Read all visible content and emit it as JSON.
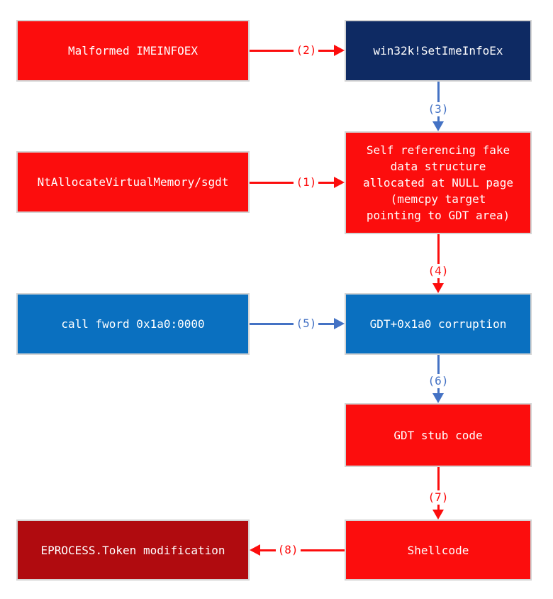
{
  "diagram": {
    "colors": {
      "box_red": "#fc0d0d",
      "box_navy": "#0e2a63",
      "box_blue": "#0a70c0",
      "box_dark_red": "#b00b0f",
      "arrow_red": "#fc0d0d",
      "arrow_blue": "#4472c4",
      "box_border": "#d4d4d4",
      "text": "#ffffff",
      "background": "#ffffff"
    },
    "nodes": [
      {
        "id": "malformed-imeinfoex",
        "label": "Malformed IMEINFOEX",
        "color": "red"
      },
      {
        "id": "win32k-setimeinfoex",
        "label": "win32k!SetImeInfoEx",
        "color": "navy"
      },
      {
        "id": "ntallocatevirtualmemory-sgdt",
        "label": "NtAllocateVirtualMemory/sgdt",
        "color": "red"
      },
      {
        "id": "fake-data-structure",
        "label": "Self referencing fake\ndata structure\nallocated at NULL page\n(memcpy target\npointing to GDT area)",
        "color": "red"
      },
      {
        "id": "call-fword",
        "label": "call fword 0x1a0:0000",
        "color": "blue"
      },
      {
        "id": "gdt-corruption",
        "label": "GDT+0x1a0 corruption",
        "color": "blue"
      },
      {
        "id": "gdt-stub-code",
        "label": "GDT stub code",
        "color": "red"
      },
      {
        "id": "shellcode",
        "label": "Shellcode",
        "color": "red"
      },
      {
        "id": "eprocess-token-modification",
        "label": "EPROCESS.Token modification",
        "color": "darkred"
      }
    ],
    "arrows": [
      {
        "id": "1",
        "label": "(1)",
        "color": "red",
        "direction": "right",
        "from": "ntallocatevirtualmemory-sgdt",
        "to": "fake-data-structure"
      },
      {
        "id": "2",
        "label": "(2)",
        "color": "red",
        "direction": "right",
        "from": "malformed-imeinfoex",
        "to": "win32k-setimeinfoex"
      },
      {
        "id": "3",
        "label": "(3)",
        "color": "blue",
        "direction": "down",
        "from": "win32k-setimeinfoex",
        "to": "fake-data-structure"
      },
      {
        "id": "4",
        "label": "(4)",
        "color": "red",
        "direction": "down",
        "from": "fake-data-structure",
        "to": "gdt-corruption"
      },
      {
        "id": "5",
        "label": "(5)",
        "color": "blue",
        "direction": "right",
        "from": "call-fword",
        "to": "gdt-corruption"
      },
      {
        "id": "6",
        "label": "(6)",
        "color": "blue",
        "direction": "down",
        "from": "gdt-corruption",
        "to": "gdt-stub-code"
      },
      {
        "id": "7",
        "label": "(7)",
        "color": "red",
        "direction": "down",
        "from": "gdt-stub-code",
        "to": "shellcode"
      },
      {
        "id": "8",
        "label": "(8)",
        "color": "red",
        "direction": "left",
        "from": "shellcode",
        "to": "eprocess-token-modification"
      }
    ]
  }
}
